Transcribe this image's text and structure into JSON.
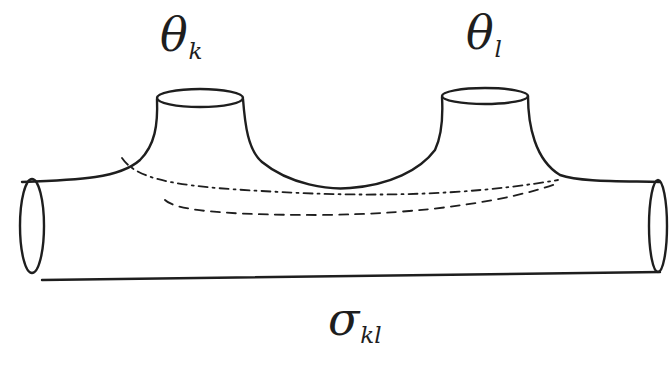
{
  "diagram": {
    "labels": [
      "θk",
      "θl",
      "σkl"
    ]
  }
}
